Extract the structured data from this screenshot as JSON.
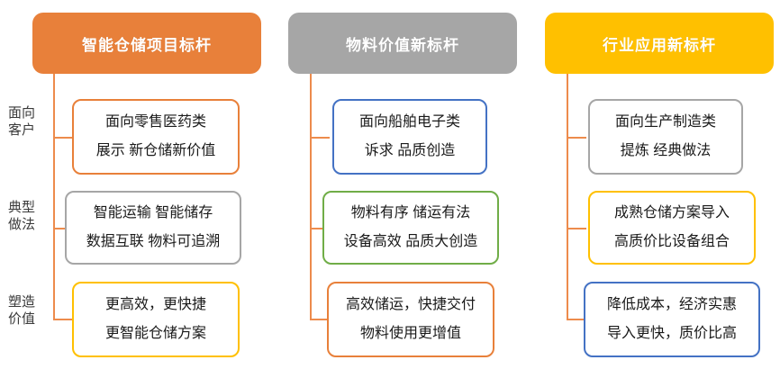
{
  "diagram": {
    "title_visible": false,
    "row_labels": [
      {
        "id": "row-customer",
        "line1": "面向",
        "line2": "客户"
      },
      {
        "id": "row-practice",
        "line1": "典型",
        "line2": "做法"
      },
      {
        "id": "row-value",
        "line1": "塑造",
        "line2": "价值"
      }
    ],
    "connector_color": "#ED8B4C",
    "columns": [
      {
        "id": "col-smart-warehouse",
        "header": "智能仓储项目标杆",
        "header_color": "#E8803A",
        "header_text_color": "#FFFFFF",
        "nodes": [
          {
            "id": "c1-r1",
            "border_color": "#E8803A",
            "line1": "面向零售医药类",
            "line2": "展示 新仓储新价值"
          },
          {
            "id": "c1-r2",
            "border_color": "#A6A6A6",
            "line1": "智能运输  智能储存",
            "line2": "数据互联 物料可追溯"
          },
          {
            "id": "c1-r3",
            "border_color": "#FFC000",
            "line1": "更高效，更快捷",
            "line2": "更智能仓储方案"
          }
        ]
      },
      {
        "id": "col-material-value",
        "header": "物料价值新标杆",
        "header_color": "#A6A6A6",
        "header_text_color": "#FFFFFF",
        "nodes": [
          {
            "id": "c2-r1",
            "border_color": "#4472C4",
            "line1": "面向船舶电子类",
            "line2": "诉求 品质创造"
          },
          {
            "id": "c2-r2",
            "border_color": "#70AD47",
            "line1": "物料有序  储运有法",
            "line2": "设备高效 品质大创造"
          },
          {
            "id": "c2-r3",
            "border_color": "#E8803A",
            "line1": "高效储运，快捷交付",
            "line2": "物料使用更增值"
          }
        ]
      },
      {
        "id": "col-industry-application",
        "header": "行业应用新标杆",
        "header_color": "#FFC000",
        "header_text_color": "#FFFFFF",
        "nodes": [
          {
            "id": "c3-r1",
            "border_color": "#A6A6A6",
            "line1": "面向生产制造类",
            "line2": "提炼 经典做法"
          },
          {
            "id": "c3-r2",
            "border_color": "#FFC000",
            "line1": "成熟仓储方案导入",
            "line2": "高质价比设备组合"
          },
          {
            "id": "c3-r3",
            "border_color": "#4472C4",
            "line1": "降低成本，经济实惠",
            "line2": "导入更快，质价比高"
          }
        ]
      }
    ]
  }
}
